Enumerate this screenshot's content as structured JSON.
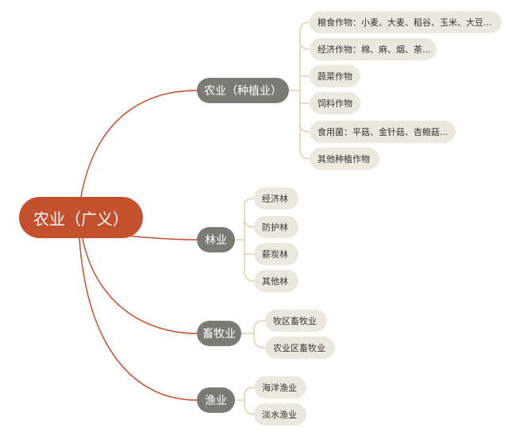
{
  "colors": {
    "root_fill": "#c4512d",
    "branch_fill": "#7b7b76",
    "leaf_fill": "#ebe9df",
    "main_line": "#c4512d",
    "sub_line": "#dcd2b8"
  },
  "root": {
    "label": "农业（广义）"
  },
  "branches": [
    {
      "label": "农业（种植业）",
      "children": [
        "粮食作物：小麦、大麦、稻谷、玉米、大豆...",
        "经济作物：棉、麻、烟、茶...",
        "蔬菜作物",
        "饲料作物",
        "食用菌：平菇、金针菇、杏鲍菇...",
        "其他种植作物"
      ]
    },
    {
      "label": "林业",
      "children": [
        "经济林",
        "防护林",
        "薪炭林",
        "其他林"
      ]
    },
    {
      "label": "畜牧业",
      "children": [
        "牧区畜牧业",
        "农业区畜牧业"
      ]
    },
    {
      "label": "渔业",
      "children": [
        "海洋渔业",
        "淡水渔业"
      ]
    }
  ]
}
